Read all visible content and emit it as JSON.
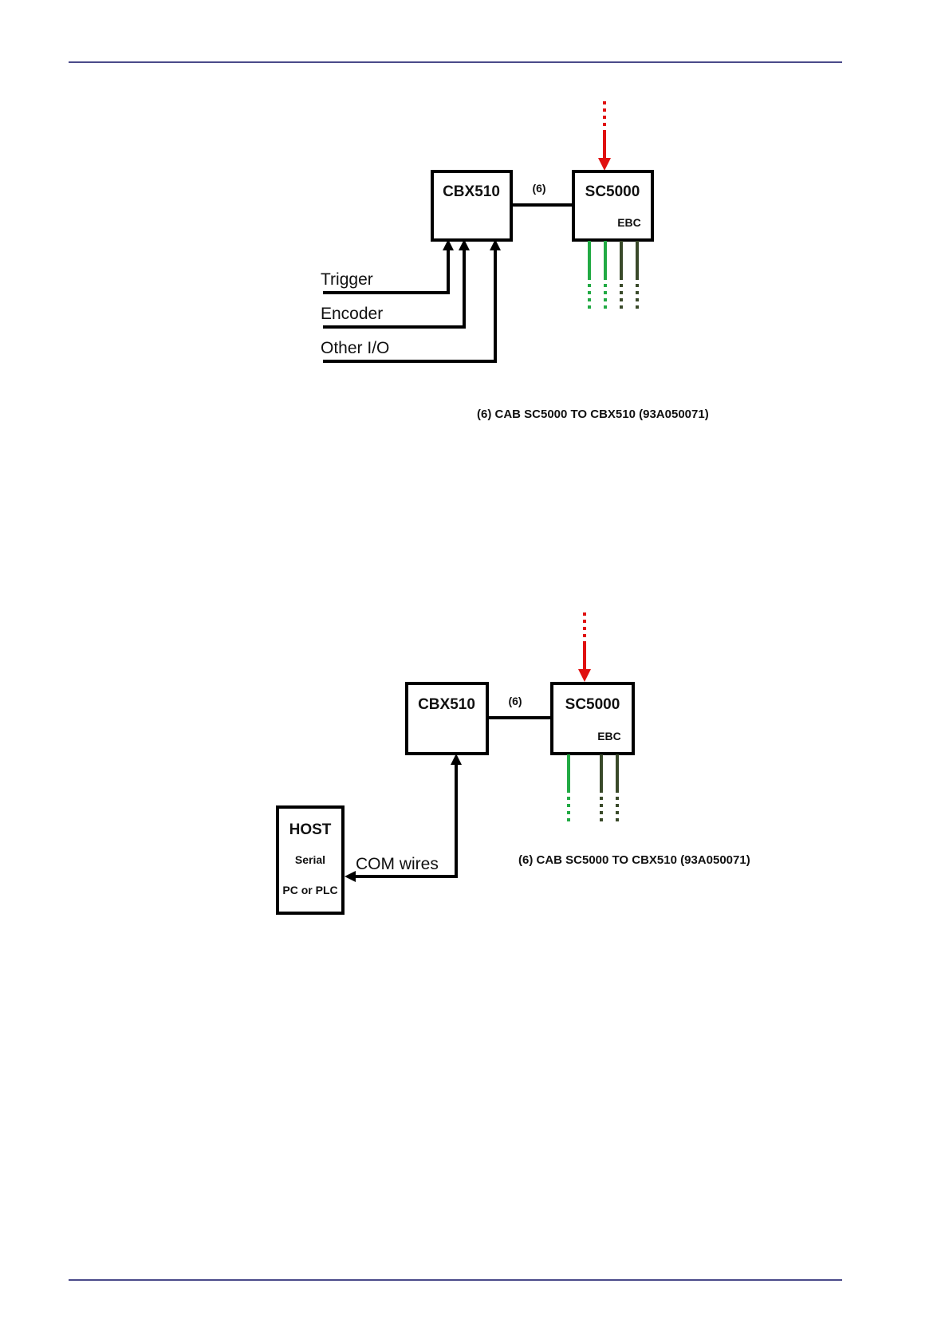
{
  "diagram_1": {
    "cbx_label": "CBX510",
    "sc_label": "SC5000",
    "sc_sub_label": "EBC",
    "cable_label": "(6)",
    "inputs": [
      "Trigger",
      "Encoder",
      "Other I/O"
    ],
    "caption": "(6) CAB SC5000 TO CBX510 (93A050071)"
  },
  "diagram_2": {
    "cbx_label": "CBX510",
    "sc_label": "SC5000",
    "sc_sub_label": "EBC",
    "cable_label": "(6)",
    "host_title": "HOST",
    "host_line_1": "Serial",
    "host_line_2": "PC or PLC",
    "com_label": "COM wires",
    "caption": "(6) CAB SC5000 TO CBX510 (93A050071)"
  },
  "colors": {
    "line": "#000000",
    "power_arrow": "#e01010",
    "green_wire": "#22aa44",
    "dark_wire": "#3a4a2a",
    "rule": "#4a4a8a"
  }
}
